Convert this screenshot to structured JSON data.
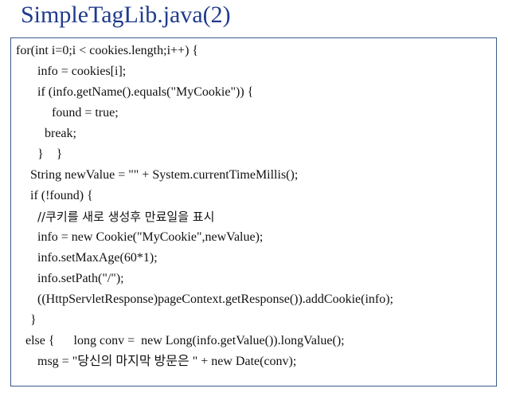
{
  "slide": {
    "title": "SimpleTagLib.java(2)"
  },
  "code": {
    "lines": [
      "for(int i=0;i < cookies.length;i++) {",
      "info = cookies[i];",
      "if (info.getName().equals(\"MyCookie\")) {",
      "found = true;",
      "break;",
      "}    }",
      "String newValue = \"\" + System.currentTimeMillis();",
      "if (!found) {",
      "//쿠키를 새로 생성후 만료일을 표시",
      "info = new Cookie(\"MyCookie\",newValue);",
      "info.setMaxAge(60*1);",
      "info.setPath(\"/\");",
      "((HttpServletResponse)pageContext.getResponse()).addCookie(info);",
      "}",
      "else {      long conv =  new Long(info.getValue()).longValue();",
      "msg = \"당신의 마지막 방문은 \" + new Date(conv);"
    ]
  }
}
